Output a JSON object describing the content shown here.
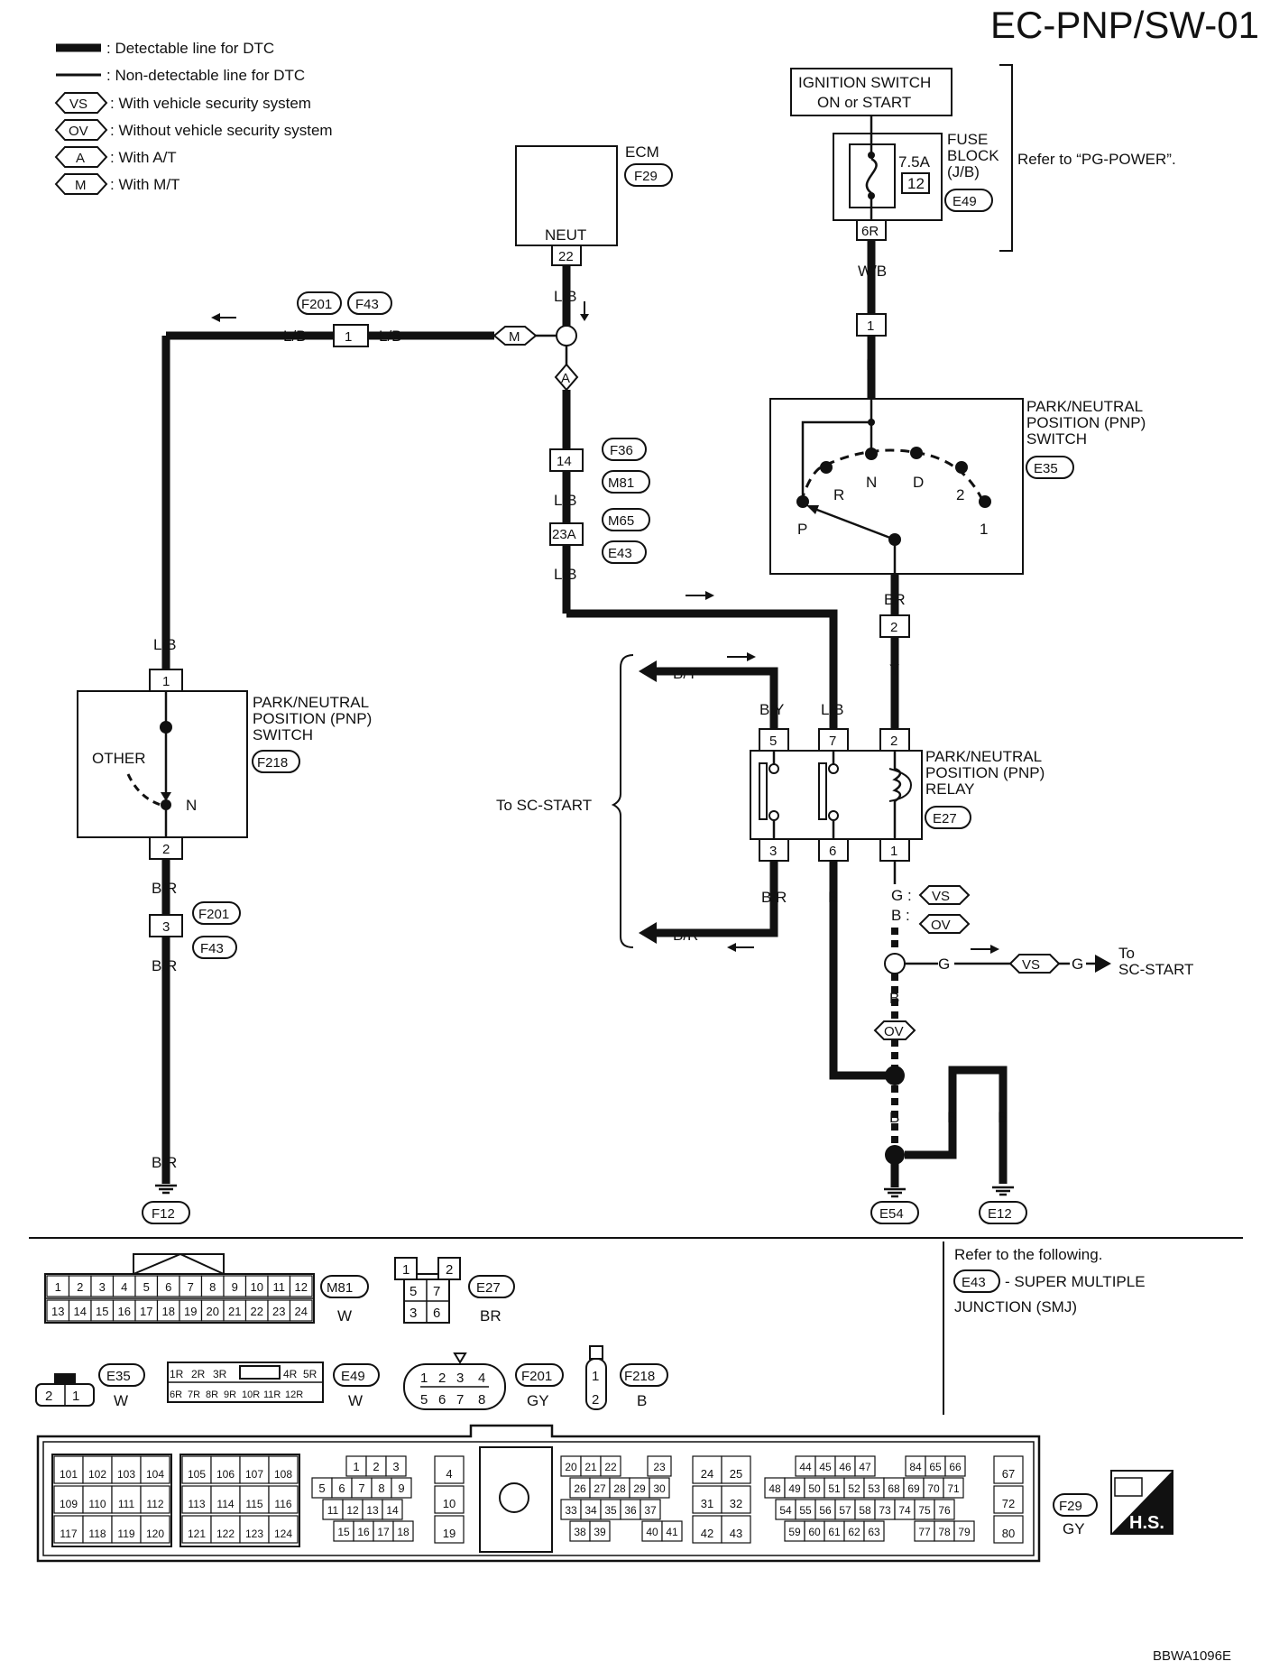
{
  "title": "EC-PNP/SW-01",
  "legend": {
    "detectable": ": Detectable line for DTC",
    "nondetectable": ": Non-detectable line for DTC",
    "vs_sym": "VS",
    "vs_txt": ": With vehicle security system",
    "ov_sym": "OV",
    "ov_txt": ": Without vehicle security system",
    "a_sym": "A",
    "a_txt": ": With A/T",
    "m_sym": "M",
    "m_txt": ": With M/T"
  },
  "ignition": {
    "line1": "IGNITION SWITCH",
    "line2": "ON or START"
  },
  "fuse": {
    "line1": "FUSE",
    "line2": "BLOCK",
    "line3": "(J/B)",
    "amp": "7.5A",
    "num": "12",
    "conn": "E49",
    "term": "6R",
    "refer": "Refer to “PG-POWER”."
  },
  "ecm": {
    "label": "ECM",
    "conn": "F29",
    "pin_name": "NEUT",
    "pin": "22"
  },
  "pnp_e35": {
    "line1": "PARK/NEUTRAL",
    "line2": "POSITION (PNP)",
    "line3": "SWITCH",
    "conn": "E35",
    "pos_r": "R",
    "pos_n": "N",
    "pos_d": "D",
    "pos_2": "2",
    "pos_p": "P",
    "pos_1": "1"
  },
  "pnp_f218": {
    "line1": "PARK/NEUTRAL",
    "line2": "POSITION (PNP)",
    "line3": "SWITCH",
    "conn": "F218",
    "other": "OTHER",
    "n": "N",
    "pin_top": "1",
    "pin_bot": "2"
  },
  "relay": {
    "line1": "PARK/NEUTRAL",
    "line2": "POSITION (PNP)",
    "line3": "RELAY",
    "conn": "E27",
    "p5": "5",
    "p7": "7",
    "p2": "2",
    "p3": "3",
    "p6": "6",
    "p1": "1"
  },
  "wires": {
    "lb": "L/B",
    "wb": "W/B",
    "b": "B",
    "br": "BR",
    "y": "Y",
    "by": "B/Y",
    "bslr": "B/R",
    "g": "G",
    "gcol": "G :",
    "bcol": "B :"
  },
  "connectors": {
    "f201": "F201",
    "f43": "F43",
    "f36": "F36",
    "m81": "M81",
    "m65": "M65",
    "e43": "E43",
    "pin1": "1",
    "pin3": "3",
    "pin14": "14",
    "pin23a": "23A",
    "pin2": "2"
  },
  "grounds": {
    "f12": "F12",
    "e54": "E54",
    "e12": "E12"
  },
  "sc_start": {
    "left": "To SC-START",
    "to": "To",
    "dest": "SC-START"
  },
  "refer_box": {
    "line1": "Refer to the following.",
    "conn": "E43",
    "line2": "- SUPER MULTIPLE",
    "line3": "JUNCTION (SMJ)"
  },
  "conn_faces": {
    "m81_color": "W",
    "e27_color": "BR",
    "e35_color": "W",
    "e49_color": "W",
    "f201_color": "GY",
    "f218_color": "B",
    "f29_color": "GY",
    "hs": "H.S."
  },
  "footer_code": "BBWA1096E"
}
